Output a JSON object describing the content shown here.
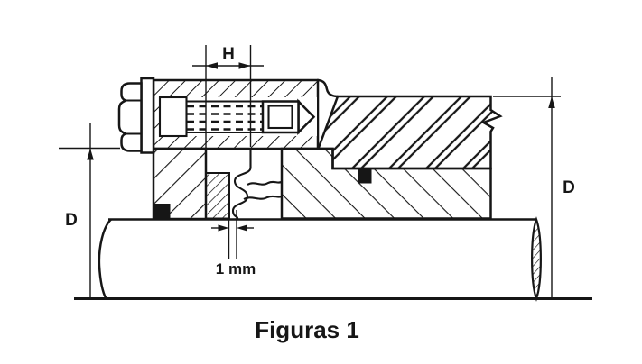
{
  "figure": {
    "caption": "Figuras 1"
  },
  "annotations": {
    "h_label": "H",
    "d_left_label": "D",
    "d_right_label": "D",
    "gap_label": "1 mm"
  },
  "colors": {
    "ink": "#161616",
    "background": "#ffffff"
  }
}
